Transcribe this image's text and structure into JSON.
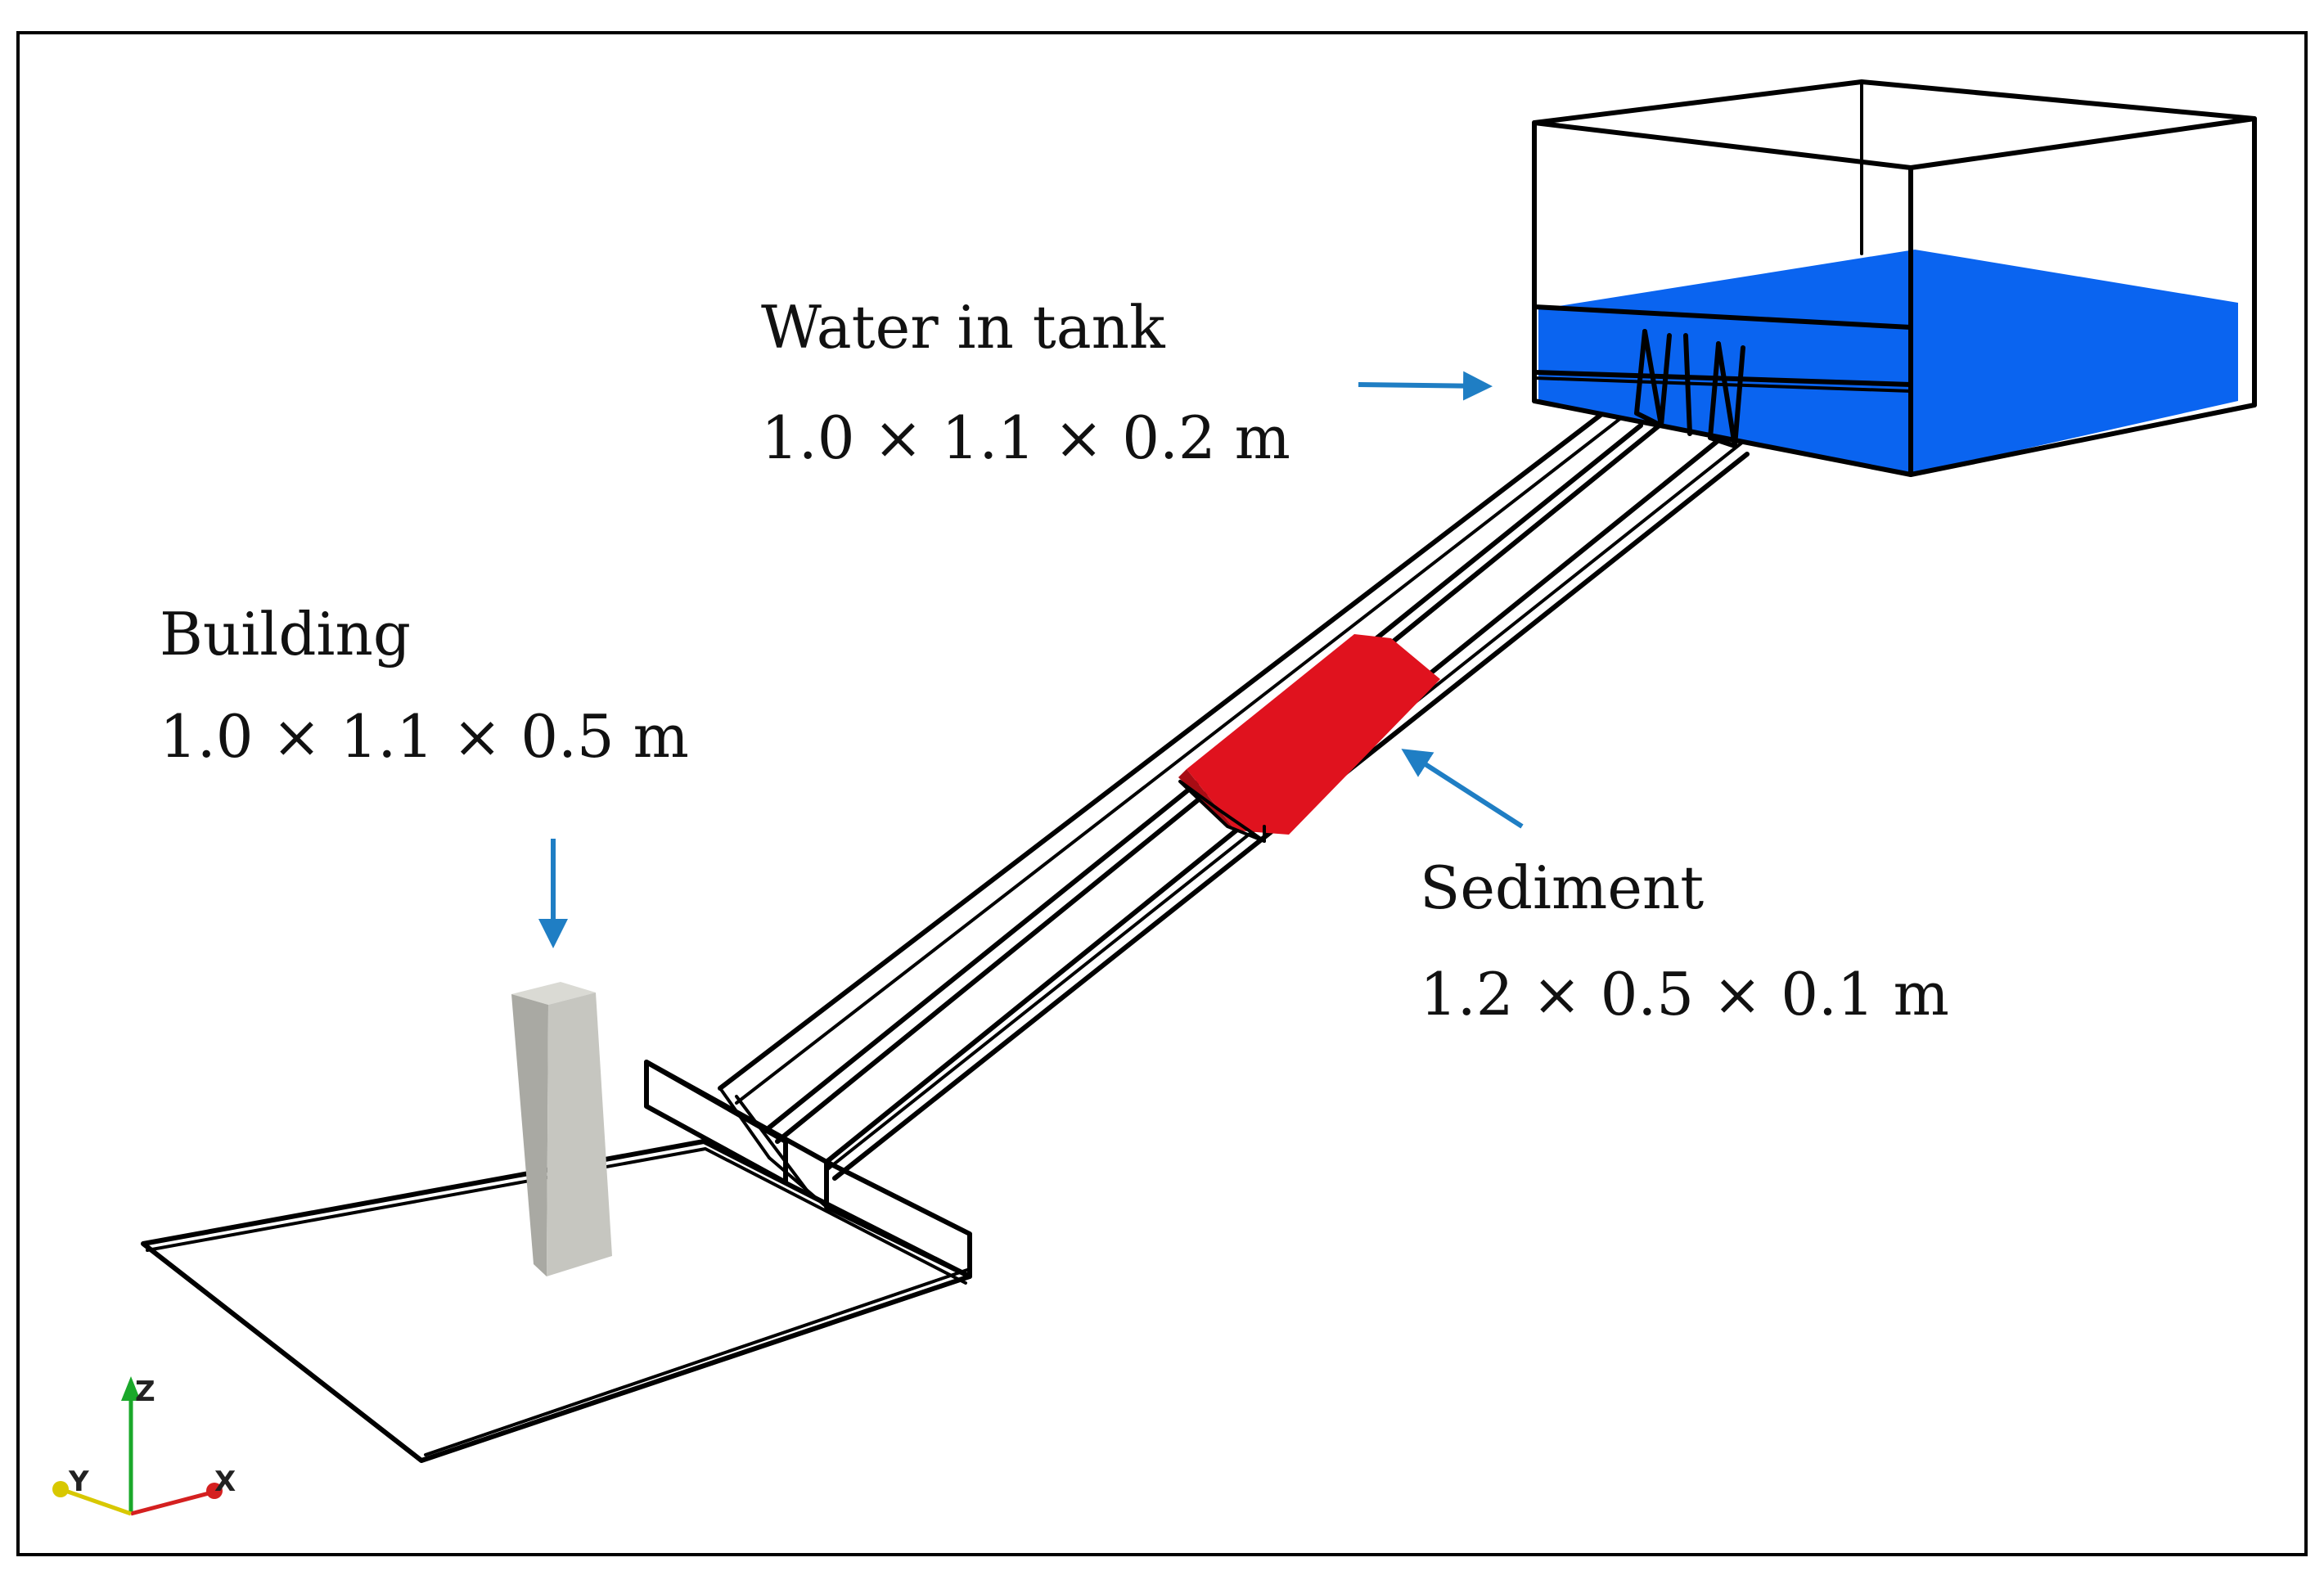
{
  "labels": {
    "water": {
      "name": "Water in tank",
      "dims": "1.0  × 1.1 × 0.2 m"
    },
    "building": {
      "name": "Building",
      "dims": "1.0  × 1.1 × 0.5 m"
    },
    "sediment": {
      "name": "Sediment",
      "dims": "1.2  × 0.5 × 0.1 m"
    }
  },
  "axes": {
    "x": "X",
    "y": "Y",
    "z": "Z"
  },
  "colors": {
    "water": "#0a64f0",
    "sediment": "#e0121e",
    "building_front": "#a9a9a3",
    "building_side": "#c6c6c0",
    "building_top": "#dadad4",
    "arrow": "#1f7ec4",
    "axis_x": "#d42020",
    "axis_y": "#d8c800",
    "axis_z": "#1aa82a"
  },
  "icons": {
    "axis_triad": "xyz-axis-triad-icon"
  }
}
